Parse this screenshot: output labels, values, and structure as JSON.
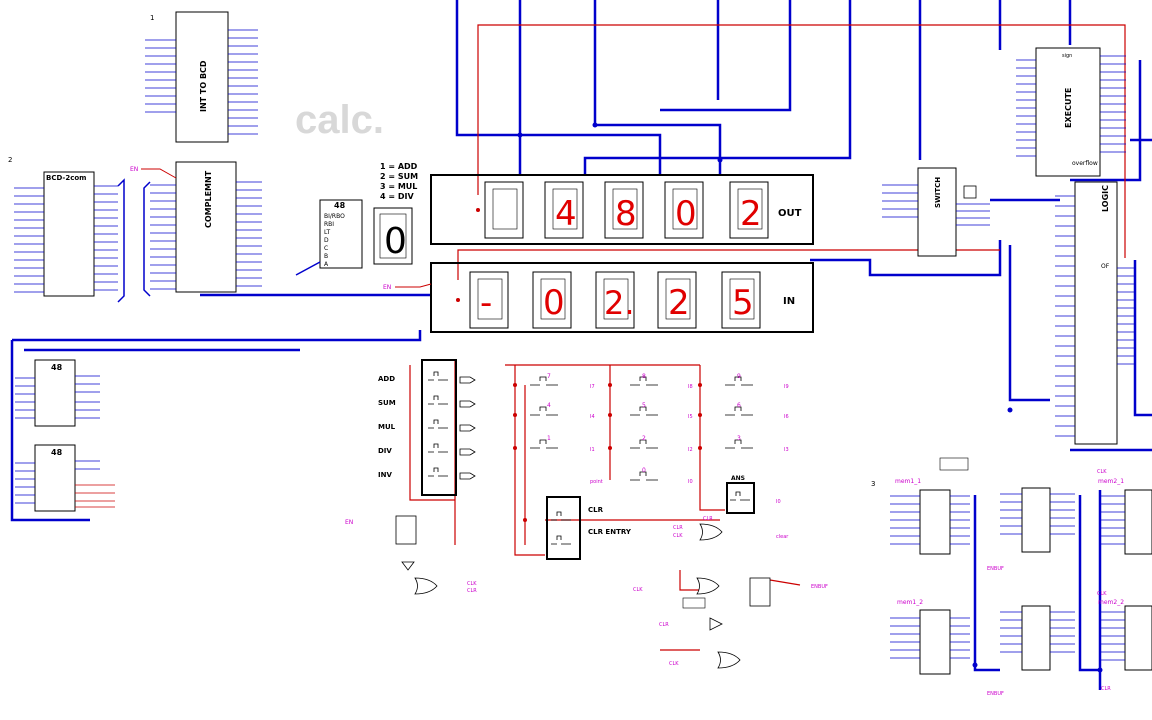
{
  "watermark": "calc.",
  "modes": {
    "add": "1 = ADD",
    "sum": "2 = SUM",
    "mul": "3 = MUL",
    "div": "4 = DIV"
  },
  "sections": {
    "s1": "1",
    "s2": "2",
    "s3": "3"
  },
  "blocks": {
    "int_to_bcd": "INT TO BCD",
    "bcd_2com": "BCD-2com",
    "complement": "COMPLEMNT",
    "decoder": "48",
    "switch": "SWITCH",
    "execute": "EXECUTE",
    "logic": "LOGIC"
  },
  "decoder_pins": [
    "BI/RBO",
    "RBI",
    "LT",
    "D",
    "C",
    "B",
    "A"
  ],
  "display_out": {
    "label": "OUT",
    "digits": [
      "",
      "4",
      "8",
      "0",
      "2"
    ],
    "color": "#e00000"
  },
  "display_in": {
    "label": "IN",
    "digits": [
      "-",
      "0",
      "2.",
      "2",
      "5"
    ]
  },
  "single_display": {
    "digit": "0"
  },
  "buttons": {
    "add": "ADD",
    "sum": "SUM",
    "mul": "MUL",
    "div": "DIV",
    "inv": "INV",
    "clr": "CLR",
    "clr_entry": "CLR ENTRY",
    "ans": "ANS"
  },
  "keypad": [
    "7",
    "8",
    "9",
    "4",
    "5",
    "6",
    "1",
    "2",
    "3",
    "0"
  ],
  "keypad_outputs": [
    "I7",
    "I8",
    "I9",
    "I4",
    "I5",
    "I6",
    "I1",
    "I2",
    "I3",
    "point",
    "I0",
    "I0"
  ],
  "signals": {
    "en": "EN",
    "clk": "CLK",
    "clr": "CLR",
    "clear": "clear",
    "enbuf": "ENBUF",
    "mem1": "mem1_1",
    "mem1b": "mem1_2",
    "mem2": "mem2_1",
    "mem2b": "mem2_2",
    "overflow": "overflow",
    "of": "OF",
    "sign": "sign"
  },
  "colors": {
    "wire_blue": "#0000cc",
    "wire_red": "#cc0000",
    "pin_magenta": "#cc00cc",
    "segment_red": "#e00000"
  }
}
